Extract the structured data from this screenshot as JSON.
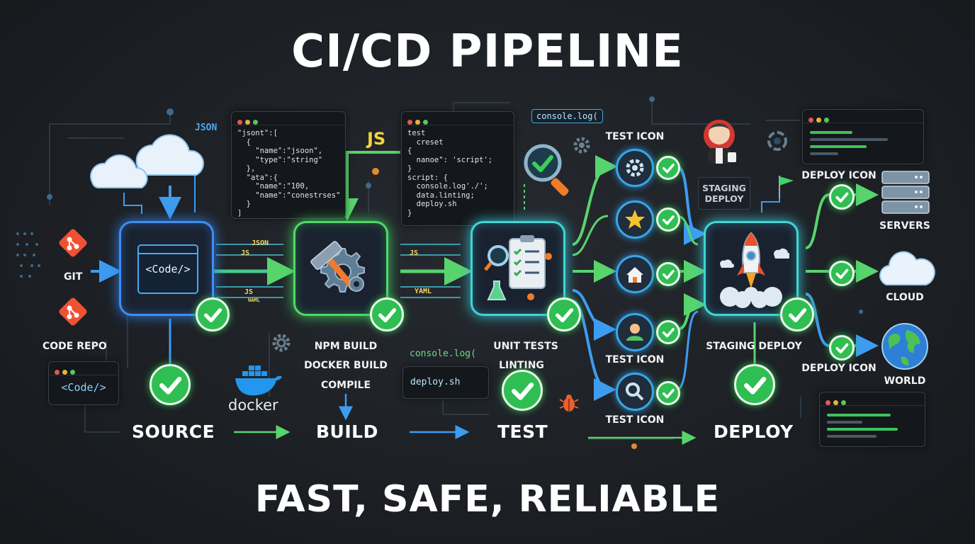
{
  "title": "CI/CD PIPELINE",
  "footer": "FAST, SAFE, RELIABLE",
  "stages": {
    "source": "SOURCE",
    "build": "BUILD",
    "test": "TEST",
    "deploy": "DEPLOY"
  },
  "source": {
    "git_label": "GIT",
    "repo_label": "CODE REPO",
    "code_text": "<Code/>",
    "json_tag": "JSON"
  },
  "build": {
    "items": [
      "NPM BUILD",
      "DOCKER BUILD",
      "COMPILE"
    ],
    "docker_label": "docker",
    "js_tag": "JS",
    "json_flow_tag": "JSON",
    "js_flow_tag": "JS",
    "js_flow_tag2": "JS",
    "yaml_flow_tag": "NAML"
  },
  "test": {
    "items": [
      "UNIT TESTS",
      "LINTING"
    ],
    "console_bubble": "console.log(",
    "console_top": "console.log(",
    "deploy_sh": "deploy.sh",
    "js_flow_tag": "JS",
    "yaml_flow_tag": "YAML",
    "icon_labels": [
      "TEST ICON",
      "TEST ICON",
      "TEST ICON"
    ]
  },
  "deploy": {
    "staging_label": "STAGING DEPLOY",
    "staging_sign": "STAGING\nDEPLOY",
    "deploy_icon_top": "DEPLOY ICON",
    "deploy_icon_bottom": "DEPLOY ICON",
    "targets": [
      "SERVERS",
      "CLOUD",
      "WORLD"
    ]
  },
  "json_window": {
    "lines": [
      "\"jsont\":[",
      "  {",
      "    \"name\":\"jsoon\",",
      "    \"type\":\"string\"",
      "  },",
      "  \"ata\":{",
      "    \"name\":\"100,",
      "    \"name\":\"conestrses\"",
      "  }",
      "]"
    ]
  },
  "js_window": {
    "lines": [
      "test",
      "  creset",
      "{",
      "  nanoe\": 'script';",
      "}",
      "script: {",
      "  console.log'./';",
      "  data.linting;",
      "  deploy.sh",
      "}"
    ]
  },
  "small_code_window": {
    "text": "<Code/>"
  },
  "colors": {
    "accent_blue": "#3d8ff2",
    "accent_green": "#4fd86a",
    "accent_cyan": "#3fd6d2",
    "git_orange": "#f05133",
    "check_green": "#2fbe52"
  }
}
